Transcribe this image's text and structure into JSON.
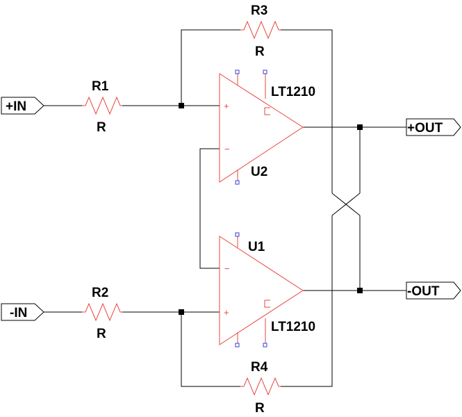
{
  "colors": {
    "wire": "#000000",
    "component": "#e8453c",
    "pin": "#3b3bd6",
    "background": "#ffffff"
  },
  "ports": {
    "in_pos": "+IN",
    "in_neg": "-IN",
    "out_pos": "+OUT",
    "out_neg": "-OUT"
  },
  "resistors": {
    "r1": {
      "ref": "R1",
      "value": "R"
    },
    "r2": {
      "ref": "R2",
      "value": "R"
    },
    "r3": {
      "ref": "R3",
      "value": "R"
    },
    "r4": {
      "ref": "R4",
      "value": "R"
    }
  },
  "opamps": {
    "u2": {
      "ref": "U2",
      "part": "LT1210",
      "plus": "+",
      "minus": "−"
    },
    "u1": {
      "ref": "U1",
      "part": "LT1210",
      "plus": "+",
      "minus": "−"
    }
  }
}
